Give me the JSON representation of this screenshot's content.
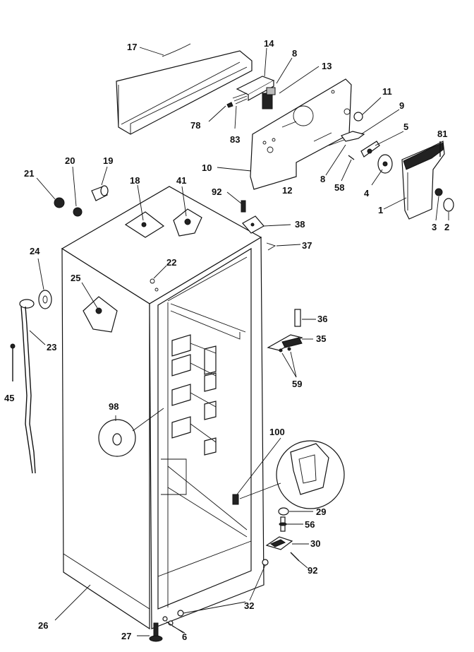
{
  "labels": {
    "l17": "17",
    "l14": "14",
    "l8a": "8",
    "l13": "13",
    "l11": "11",
    "l9": "9",
    "l5": "5",
    "l81": "81",
    "l78": "78",
    "l83": "83",
    "l10": "10",
    "l12": "12",
    "l8b": "8",
    "l58": "58",
    "l4": "4",
    "l1": "1",
    "l3": "3",
    "l2": "2",
    "l21": "21",
    "l20": "20",
    "l19": "19",
    "l18": "18",
    "l41": "41",
    "l92a": "92",
    "l38": "38",
    "l37": "37",
    "l24": "24",
    "l25": "25",
    "l22": "22",
    "l23": "23",
    "l45": "45",
    "l36": "36",
    "l35": "35",
    "l59": "59",
    "l98": "98",
    "l100": "100",
    "l29": "29",
    "l56": "56",
    "l30": "30",
    "l92b": "92",
    "l32": "32",
    "l26": "26",
    "l27": "27",
    "l6": "6"
  }
}
